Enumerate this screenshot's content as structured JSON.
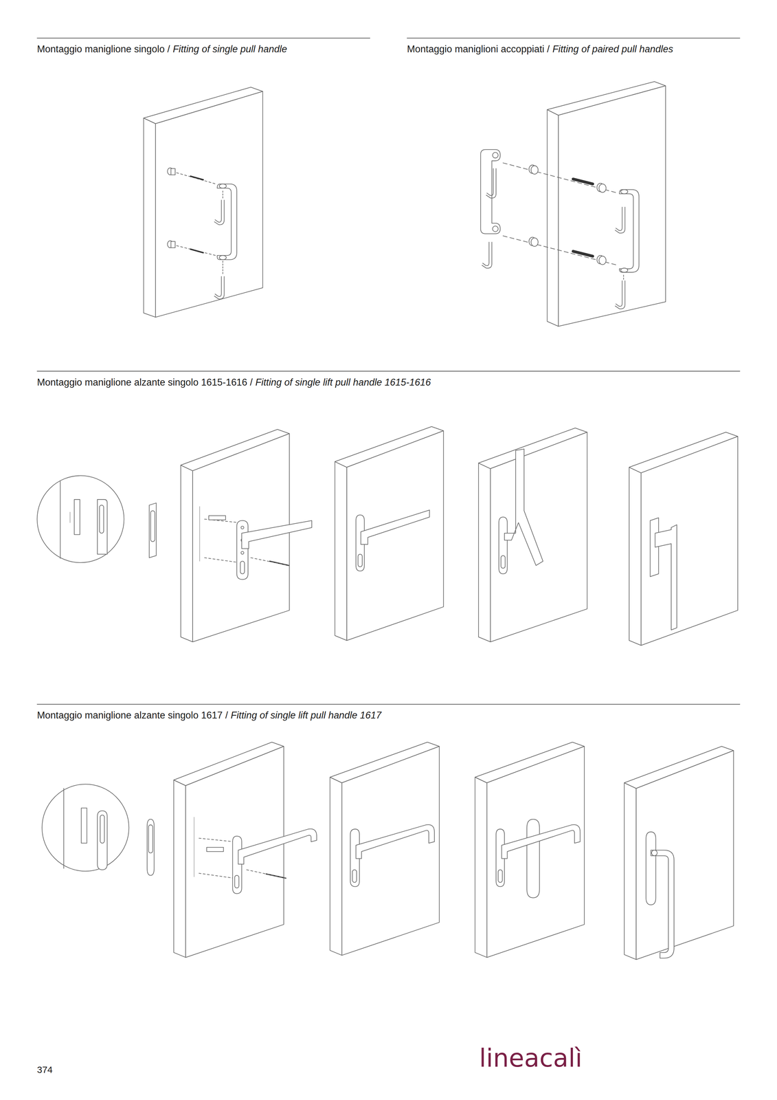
{
  "diagram": {
    "labels": [
      "Montaggio maniglione singolo /",
      "Fitting of single pull handle",
      "Montaggio maniglioni accoppiati /",
      "Fitting of paired pull handles",
      "Montaggio maniglione alzante singolo 1615-1616 /",
      "Fitting of single lift pull handle 1615-1616",
      "Montaggio maniglione alzante singolo 1617 /",
      "Fitting of single lift pull handle 1617",
      "374",
      "lineacalì"
    ]
  }
}
